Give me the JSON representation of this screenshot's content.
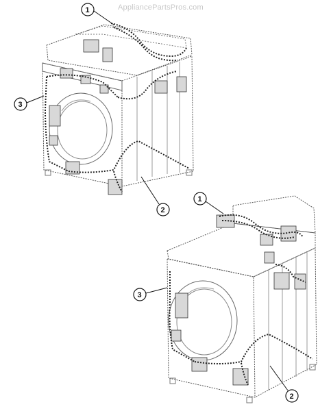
{
  "watermark": "AppliancePartsPros.com",
  "callouts": {
    "harness_top": "1",
    "harness_lower": "2",
    "harness_front": "3"
  },
  "colors": {
    "line": "#333333",
    "light_line": "#8a8a8a",
    "background": "#ffffff"
  }
}
